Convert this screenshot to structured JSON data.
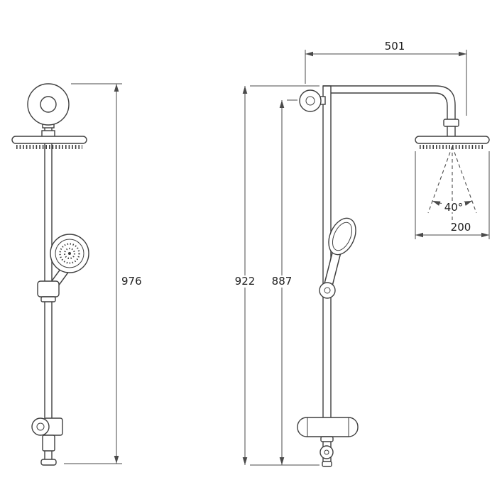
{
  "dims": {
    "left_overall_height": "976",
    "reach": "501",
    "total_height": "922",
    "riser_height": "887",
    "head_width": "200",
    "spray_angle": "40°"
  },
  "colors": {
    "line": "#3f3f3f",
    "dimension": "#4a4a4a",
    "text": "#1d1d1d",
    "background": "#ffffff"
  }
}
